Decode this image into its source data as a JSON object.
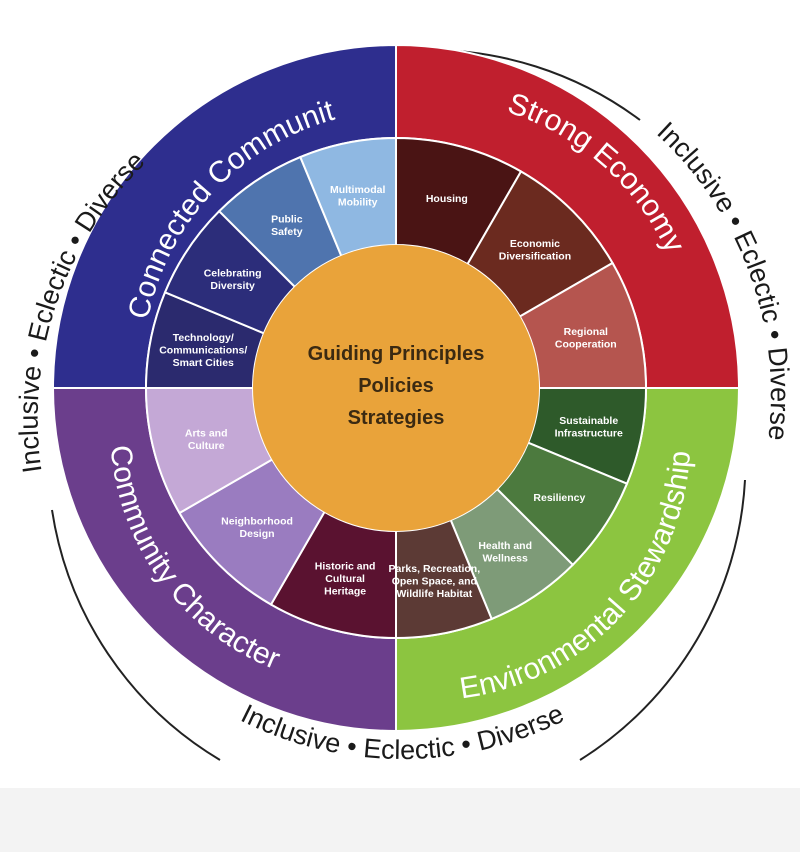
{
  "center": {
    "lines": [
      "Guiding Principles",
      "Policies",
      "Strategies"
    ],
    "color": "#E9A33A"
  },
  "ring_phrase": {
    "left": "Inclusive • Eclectic • Diverse",
    "right": "Inclusive • Eclectic • Diverse",
    "bottom": "Inclusive • Eclectic • Diverse"
  },
  "quadrants": [
    {
      "id": "connected",
      "title": "Connected Community",
      "color": "#2E2E8E",
      "segments": [
        {
          "lines": [
            "Technology/",
            "Communications/",
            "Smart Cities"
          ],
          "color": "#2B2A6E"
        },
        {
          "lines": [
            "Celebrating",
            "Diversity"
          ],
          "color": "#2C2D7A"
        },
        {
          "lines": [
            "Public",
            "Safety"
          ],
          "color": "#4F74AE"
        },
        {
          "lines": [
            "Multimodal",
            "Mobility"
          ],
          "color": "#8FB8E2"
        }
      ]
    },
    {
      "id": "economy",
      "title": "Strong Economy",
      "color": "#C01F2E",
      "segments": [
        {
          "lines": [
            "Housing"
          ],
          "color": "#4A1414"
        },
        {
          "lines": [
            "Economic",
            "Diversification"
          ],
          "color": "#6B2A1F"
        },
        {
          "lines": [
            "Regional",
            "Cooperation"
          ],
          "color": "#B5554F"
        }
      ]
    },
    {
      "id": "environment",
      "title": "Environmental Stewardship",
      "color": "#8CC540",
      "segments": [
        {
          "lines": [
            "Sustainable",
            "Infrastructure"
          ],
          "color": "#2E5A2A"
        },
        {
          "lines": [
            "Resiliency"
          ],
          "color": "#4C7A3E"
        },
        {
          "lines": [
            "Health and",
            "Wellness"
          ],
          "color": "#7E9B78"
        },
        {
          "lines": [
            "Parks, Recreation,",
            "Open Space, and",
            "Wildlife Habitat"
          ],
          "color": "#5C3A35"
        }
      ]
    },
    {
      "id": "character",
      "title": "Community Character",
      "color": "#6B3E8C",
      "segments": [
        {
          "lines": [
            "Historic and",
            "Cultural",
            "Heritage"
          ],
          "color": "#5A1230"
        },
        {
          "lines": [
            "Neighborhood",
            "Design"
          ],
          "color": "#9A7CC0"
        },
        {
          "lines": [
            "Arts and",
            "Culture"
          ],
          "color": "#C4A8D6"
        }
      ]
    }
  ]
}
